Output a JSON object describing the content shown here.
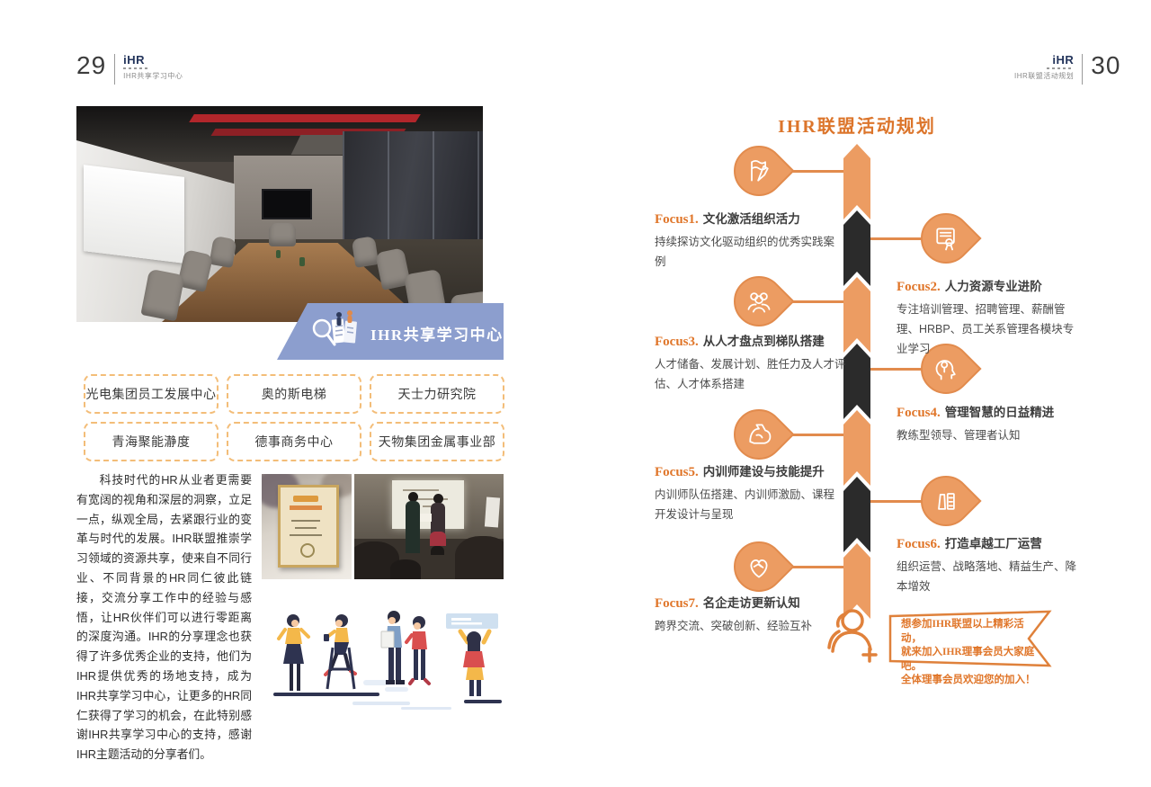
{
  "colors": {
    "accent_orange": "#EC9C62",
    "deep_orange": "#DC752B",
    "timeline_black": "#2B2B2B",
    "banner_blue": "#8C9ECE",
    "dashed_box_border": "#F3BD78"
  },
  "left_page": {
    "page_number": "29",
    "logo_text": "iHR",
    "logo_caption": "IHR共享学习中心",
    "banner_title": "IHR共享学习中心",
    "partner_boxes": [
      "光电集团员工发展中心",
      "奥的斯电梯",
      "天士力研究院",
      "青海聚能瀞度",
      "德事商务中心",
      "天物集团金属事业部"
    ],
    "paragraph": "科技时代的HR从业者更需要有宽阔的视角和深层的洞察，立足一点，纵观全局，去紧跟行业的变革与时代的发展。IHR联盟推崇学习领域的资源共享，使来自不同行业、不同背景的HR同仁彼此链接，交流分享工作中的经验与感悟，让HR伙伴们可以进行零距离的深度沟通。IHR的分享理念也获得了许多优秀企业的支持，他们为IHR提供优秀的场地支持，成为IHR共享学习中心，让更多的HR同仁获得了学习的机会，在此特别感谢IHR共享学习中心的支持，感谢IHR主题活动的分享者们。"
  },
  "right_page": {
    "page_number": "30",
    "logo_text": "iHR",
    "logo_caption": "IHR联盟活动规划",
    "title": "IHR联盟活动规划",
    "focus_items": [
      {
        "label": "Focus1.",
        "title": "文化激活组织活力",
        "desc": "持续探访文化驱动组织的优秀实践案例",
        "icon": "flags-icon"
      },
      {
        "label": "Focus2.",
        "title": "人力资源专业进阶",
        "desc": "专注培训管理、招聘管理、薪酬管理、HRBP、员工关系管理各模块专业学习",
        "icon": "certificate-icon"
      },
      {
        "label": "Focus3.",
        "title": "从人才盘点到梯队搭建",
        "desc": "人才储备、发展计划、胜任力及人才评估、人才体系搭建",
        "icon": "talent-group-icon"
      },
      {
        "label": "Focus4.",
        "title": "管理智慧的日益精进",
        "desc": "教练型领导、管理者认知",
        "icon": "mind-icon"
      },
      {
        "label": "Focus5.",
        "title": "内训师建设与技能提升",
        "desc": "内训师队伍搭建、内训师激励、课程开发设计与呈现",
        "icon": "strength-icon"
      },
      {
        "label": "Focus6.",
        "title": "打造卓越工厂运营",
        "desc": "组织运营、战略落地、精益生产、降本增效",
        "icon": "factory-icon"
      },
      {
        "label": "Focus7.",
        "title": "名企走访更新认知",
        "desc": "跨界交流、突破创新、经验互补",
        "icon": "handshake-icon"
      }
    ],
    "cta_lines": [
      "想参加IHR联盟以上精彩活动，",
      "就来加入IHR理事会员大家庭吧。",
      "全体理事会员欢迎您的加入！"
    ]
  }
}
